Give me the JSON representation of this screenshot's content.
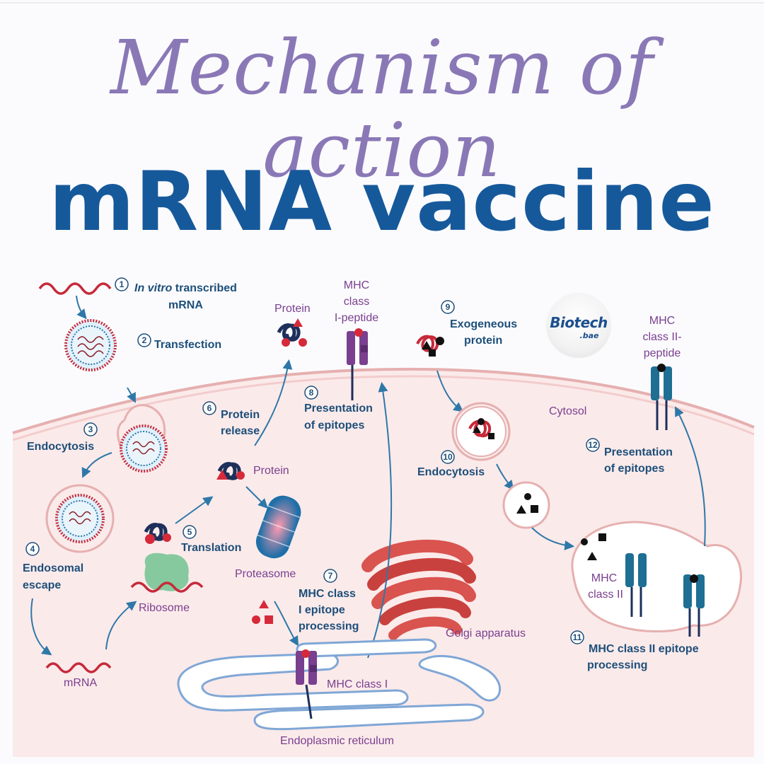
{
  "header": {
    "script_title": "Mechanism of action",
    "main_title": "mRNA vaccine"
  },
  "logo": {
    "main": "Biotech",
    "sub": ".bae"
  },
  "steps": {
    "s1": {
      "number": "1",
      "italic": "In vitro",
      "line1": "transcribed",
      "line2": "mRNA"
    },
    "s2": {
      "number": "2",
      "label": "Transfection"
    },
    "s3": {
      "number": "3",
      "label": "Endocytosis"
    },
    "s4": {
      "number": "4",
      "line1": "Endosomal",
      "line2": "escape"
    },
    "s5": {
      "number": "5",
      "label": "Translation"
    },
    "s6": {
      "number": "6",
      "line1": "Protein",
      "line2": "release"
    },
    "s7": {
      "number": "7",
      "line1": "MHC class",
      "line2": "I epitope",
      "line3": "processing"
    },
    "s8": {
      "number": "8",
      "line1": "Presentation",
      "line2": "of epitopes"
    },
    "s9": {
      "number": "9",
      "line1": "Exogeneous",
      "line2": "protein"
    },
    "s10": {
      "number": "10",
      "label": "Endocytosis"
    },
    "s11": {
      "number": "11",
      "line1": "MHC class II epitope",
      "line2": "processing"
    },
    "s12": {
      "number": "12",
      "line1": "Presentation",
      "line2": "of epitopes"
    }
  },
  "labels": {
    "protein_top": "Protein",
    "mhc1_peptide": [
      "MHC",
      "class",
      "I-peptide"
    ],
    "mhc2_peptide": [
      "MHC",
      "class II-",
      "peptide"
    ],
    "cytosol": "Cytosol",
    "protein_mid": "Protein",
    "proteasome": "Proteasome",
    "ribosome": "Ribosome",
    "mrna": "mRNA",
    "golgi": "Golgi apparatus",
    "mhc_class_i": "MHC class I",
    "er": "Endoplasmic reticulum",
    "mhc_class_ii": [
      "MHC",
      "class II"
    ]
  },
  "colors": {
    "title_script": "#8a78b6",
    "title_main": "#16599b",
    "step_text": "#1d4f7a",
    "label_purple": "#7a3f8f",
    "cytosol_fill": "#fbeaea",
    "membrane": "#e3aaaa",
    "arrow": "#2e78a8",
    "mrna": "#c62a3a",
    "mhc1": "#7a3f8f",
    "mhc2": "#1e6f93",
    "golgi": "#d9534f",
    "er_outline": "#8ab4dc"
  }
}
